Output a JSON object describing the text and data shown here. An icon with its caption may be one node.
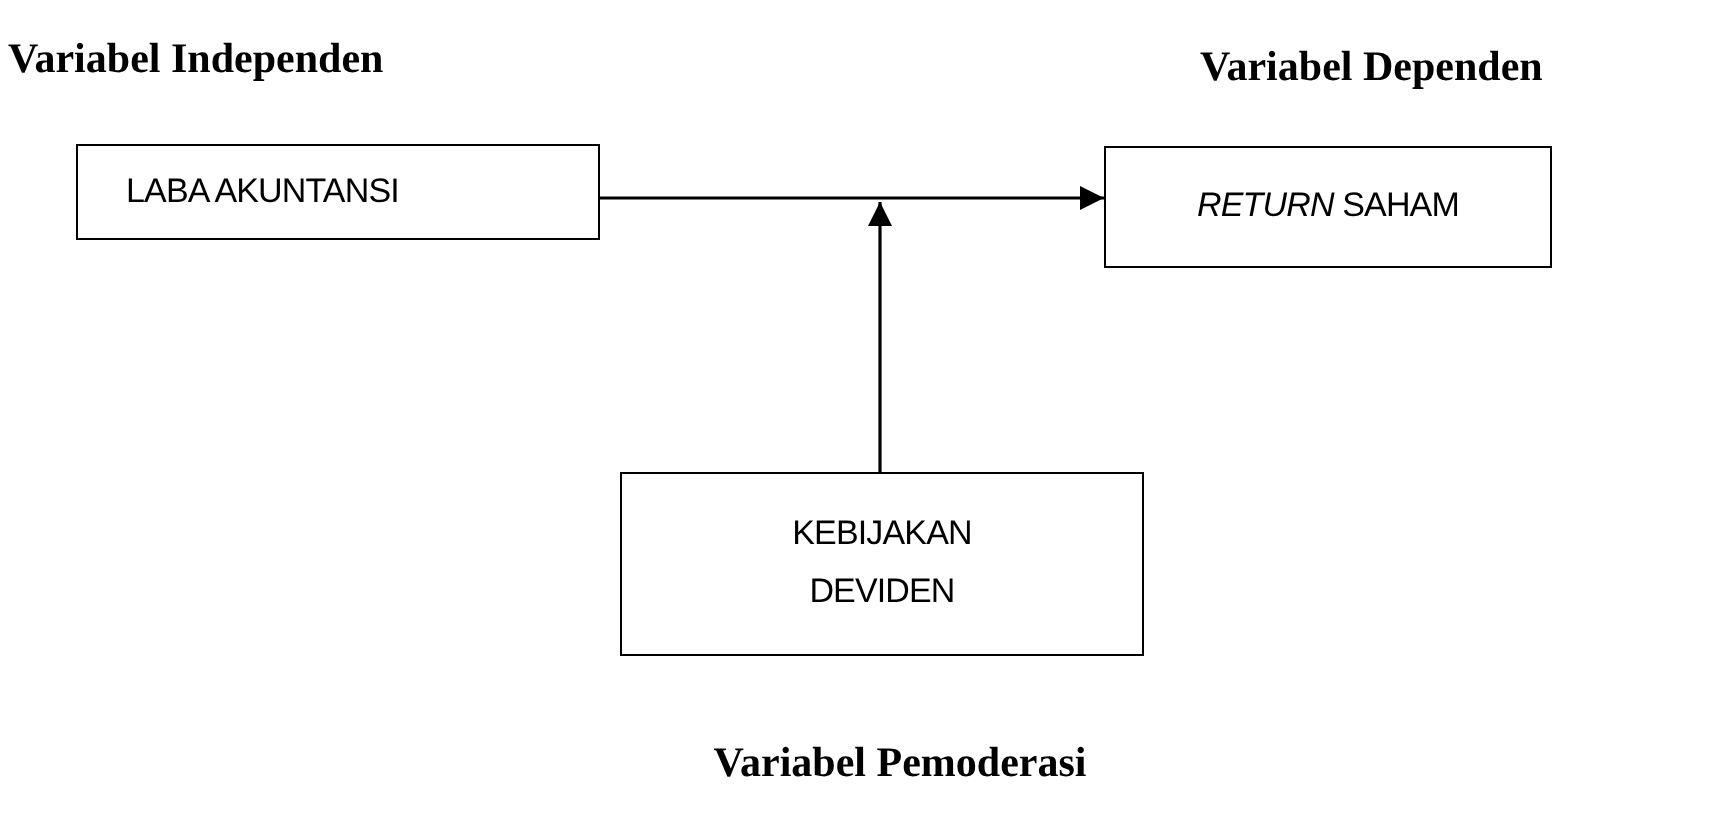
{
  "diagram": {
    "nodes": [
      {
        "text": [
          "LABA AKUNTANSI"
        ],
        "beside": [
          "Variabel Independen"
        ]
      },
      {
        "text": [
          "*RETURN* SAHAM"
        ],
        "beside": [
          "Variabel Dependen"
        ]
      },
      {
        "text": [
          "KEBIJAKAN DEVIDEN"
        ],
        "beside": [
          "Variabel Pemoderasi"
        ]
      }
    ],
    "edges": [
      {
        "from": 0,
        "to": 1,
        "arrow": "to"
      },
      {
        "from": 2,
        "to": null,
        "arrow": "to"
      }
    ]
  }
}
